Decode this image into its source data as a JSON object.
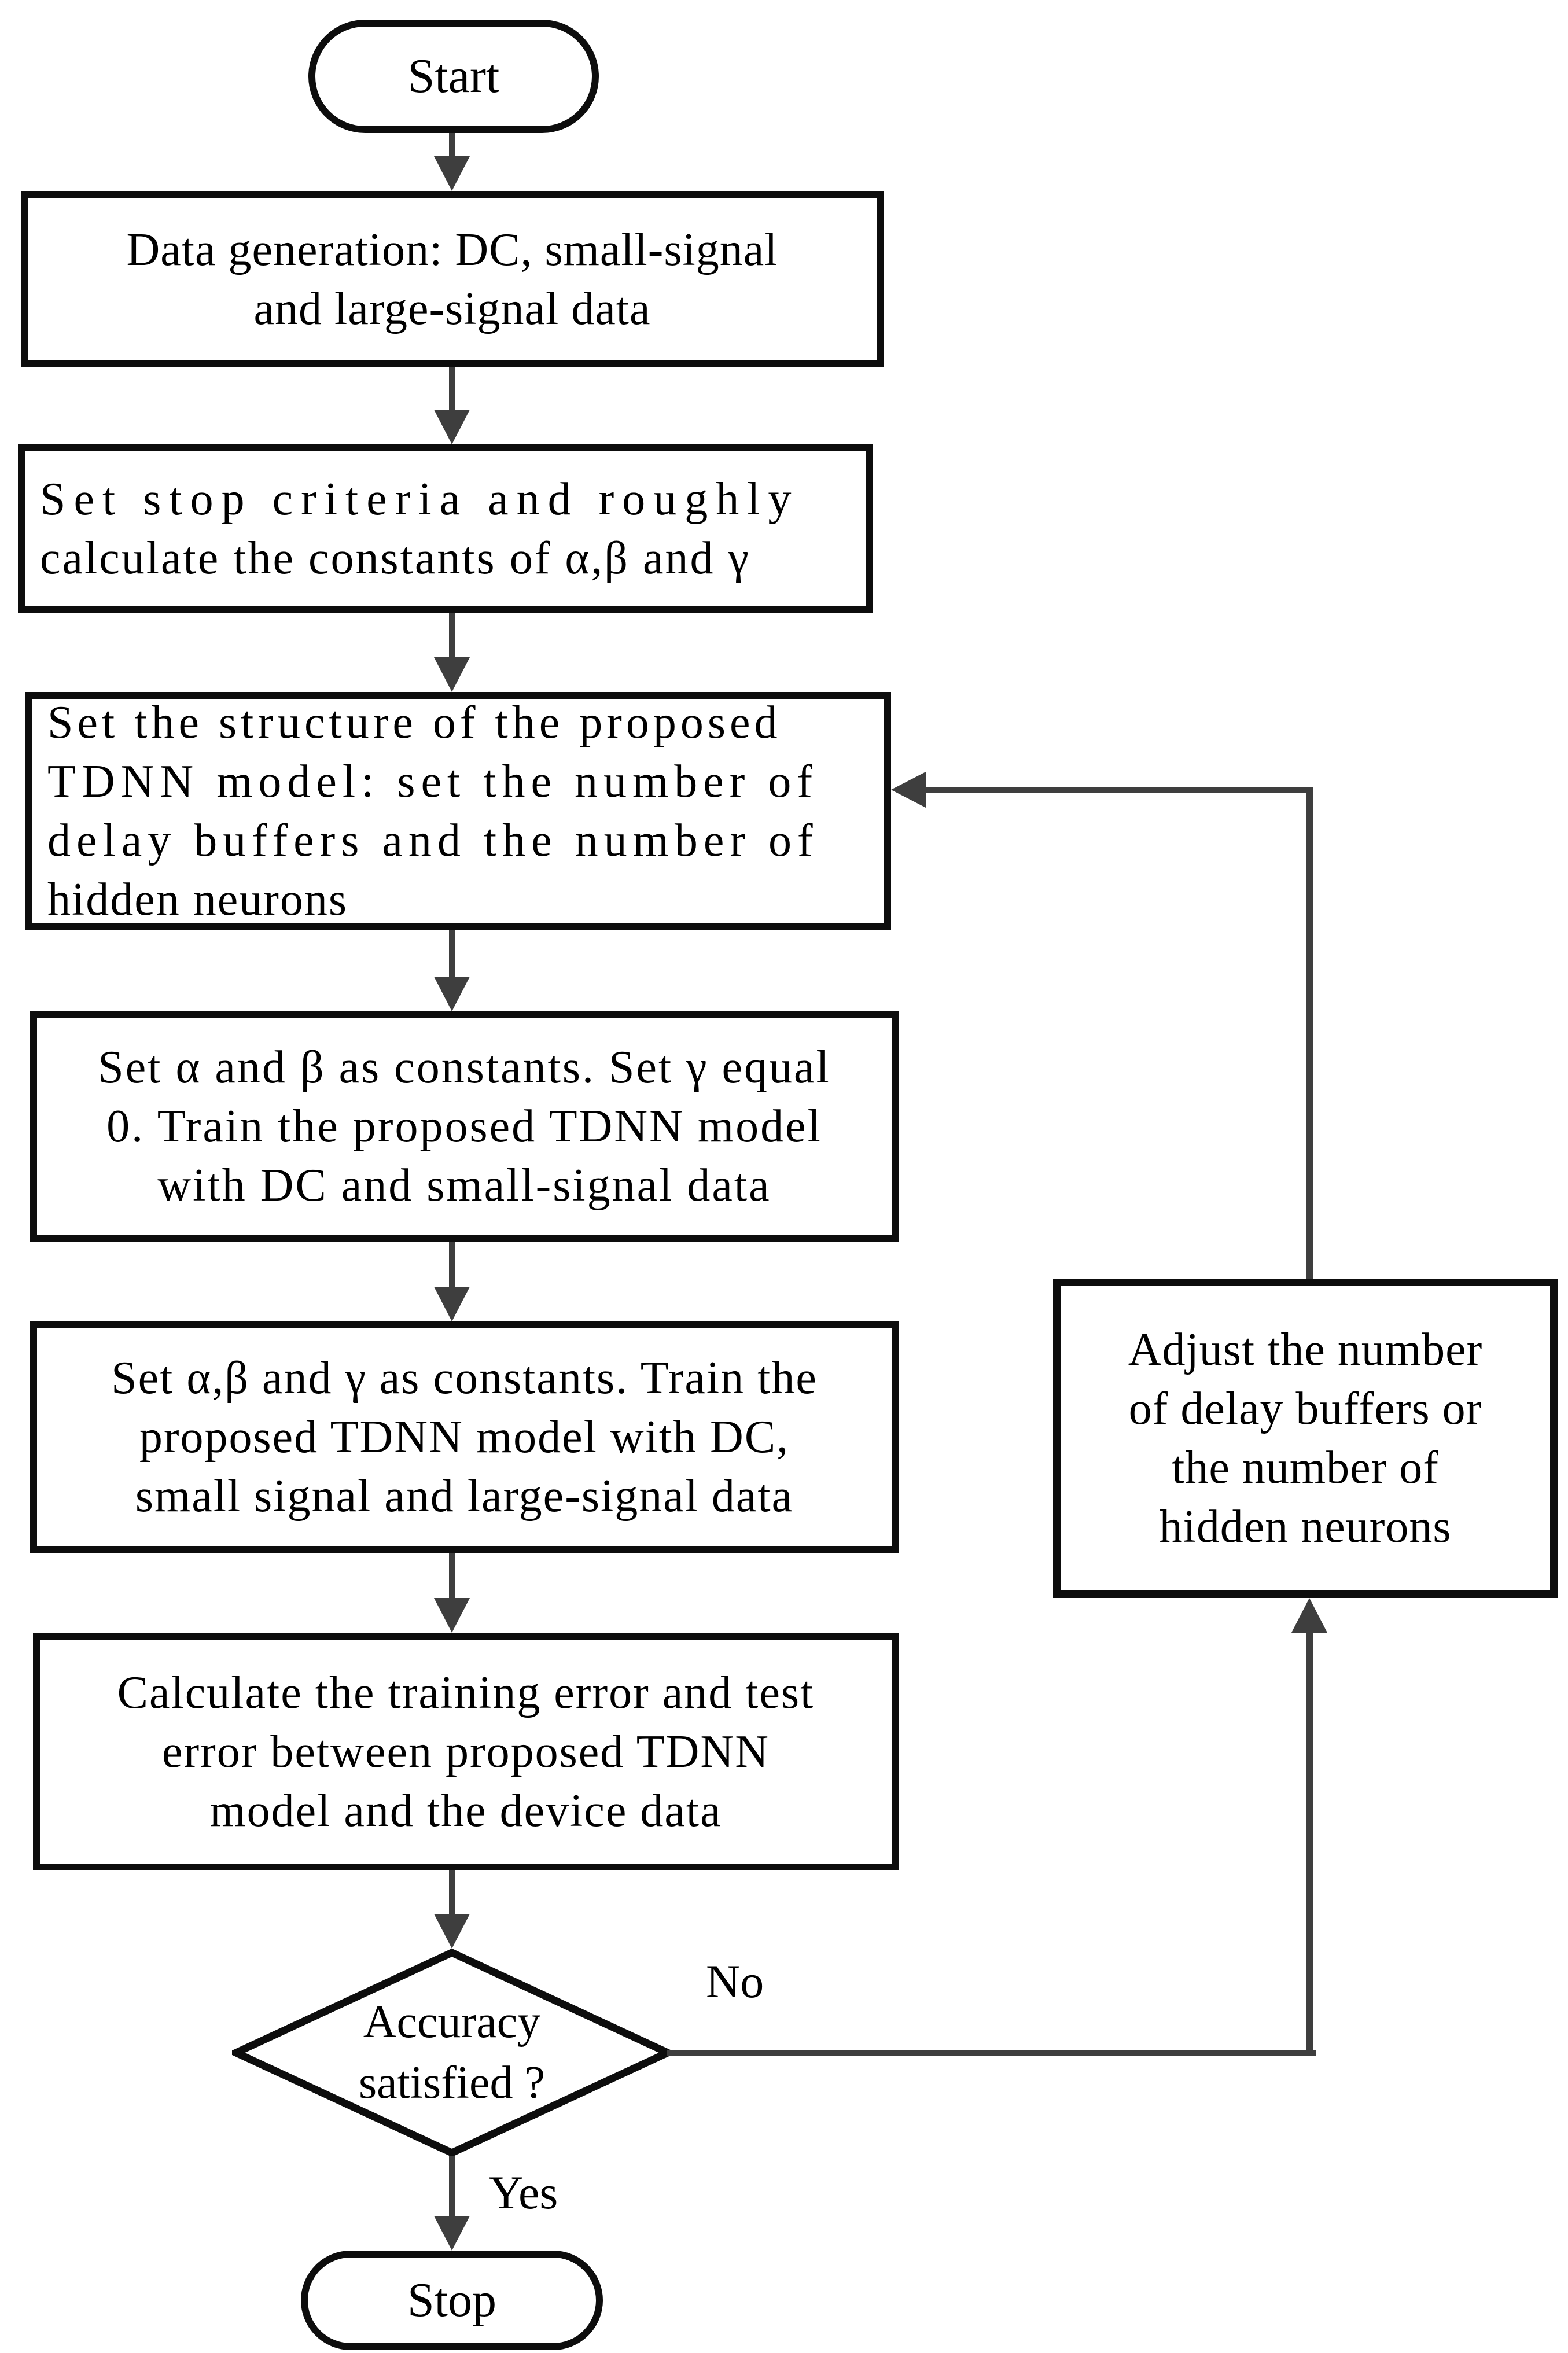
{
  "flowchart": {
    "start_label": "Start",
    "stop_label": "Stop",
    "boxes": {
      "data_generation": [
        "Data generation: DC, small-signal",
        "and large-signal data"
      ],
      "stop_criteria": [
        "Set stop criteria and roughly",
        "calculate the constants of α,β and γ"
      ],
      "set_structure": [
        "Set the structure of the proposed",
        "TDNN model: set the number of",
        "delay buffers and the number of",
        "hidden neurons"
      ],
      "train_initial": [
        "Set α and β as constants. Set γ equal",
        "0. Train the proposed TDNN model",
        "with DC and small-signal data"
      ],
      "train_full": [
        "Set α,β and γ as constants. Train the",
        "proposed TDNN model with DC,",
        "small signal and large-signal data"
      ],
      "calc_error": [
        "Calculate the training error and test",
        "error between proposed TDNN",
        "model and the device data"
      ],
      "adjust": [
        "Adjust the number",
        "of delay buffers or",
        "the number of",
        "hidden neurons"
      ]
    },
    "decision": [
      "Accuracy",
      "satisfied ?"
    ],
    "labels": {
      "no": "No",
      "yes": "Yes"
    },
    "colors": {
      "border": "#0d0d0d",
      "connector": "#3e3e3e",
      "background": "#ffffff",
      "text": "#000000"
    }
  }
}
